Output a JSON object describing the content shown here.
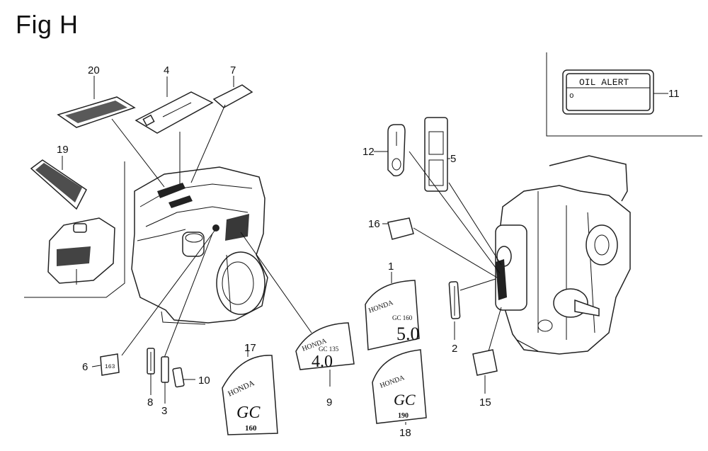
{
  "title": "Fig H",
  "inset_label": "OIL ALERT",
  "decal_text": {
    "brand": "HONDA",
    "model_1": "GC 160",
    "model_9": "GC 135",
    "hp_1": "5.0",
    "hp_9": "4.0",
    "gc": "GC",
    "size_17": "160",
    "size_18": "190"
  },
  "callouts": [
    "1",
    "2",
    "3",
    "4",
    "5",
    "6",
    "7",
    "8",
    "9",
    "10",
    "11",
    "12",
    "15",
    "16",
    "17",
    "18",
    "19",
    "20"
  ]
}
